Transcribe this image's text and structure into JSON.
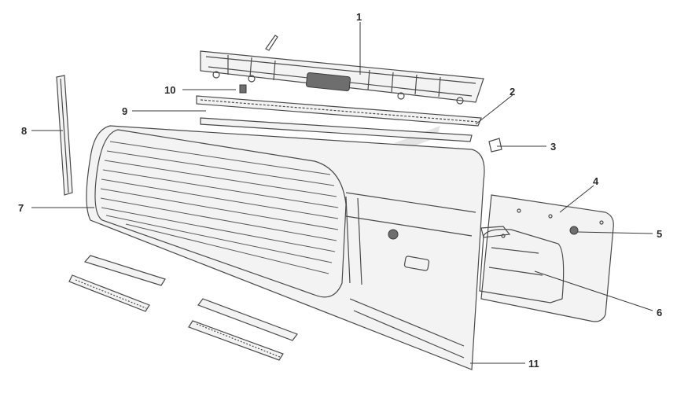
{
  "callouts": [
    {
      "id": "1",
      "text": "1"
    },
    {
      "id": "2",
      "text": "2"
    },
    {
      "id": "3",
      "text": "3"
    },
    {
      "id": "4",
      "text": "4"
    },
    {
      "id": "5",
      "text": "5"
    },
    {
      "id": "6",
      "text": "6"
    },
    {
      "id": "7",
      "text": "7"
    },
    {
      "id": "8",
      "text": "8"
    },
    {
      "id": "9",
      "text": "9"
    },
    {
      "id": "10",
      "text": "10"
    },
    {
      "id": "11",
      "text": "11"
    }
  ],
  "colors": {
    "line": "#4a4a4a",
    "watermark": "#d9d9d9",
    "label": "#2b2b2b"
  }
}
